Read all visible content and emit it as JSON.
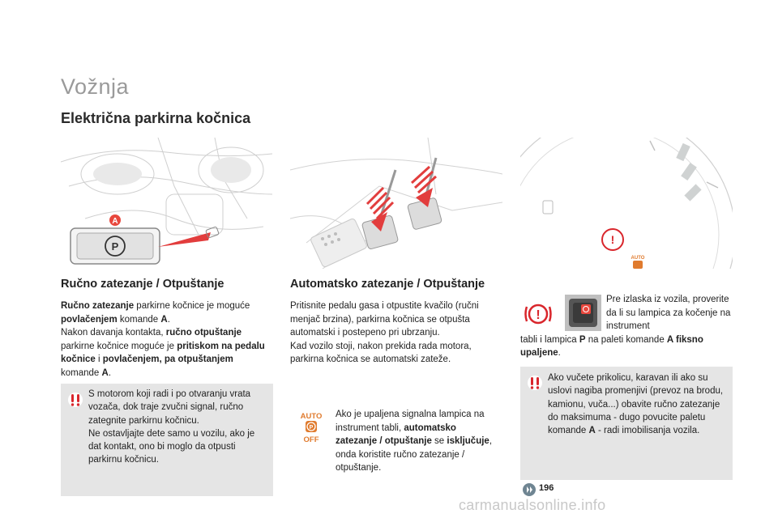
{
  "header": {
    "chapter": "Vožnja",
    "section": "Električna parkirna kočnica"
  },
  "illustrations": {
    "lever_callout_label": "A",
    "lever_symbol": "P",
    "led_symbol": "!",
    "auto_icon_line1": "AUTO",
    "auto_icon_line2": "OFF",
    "auto_icon_symbol": "P"
  },
  "manual": {
    "title": "Ručno zatezanje / Otpuštanje",
    "p1_b1": "Ručno zatezanje",
    "p1_t1": " parkirne kočnice je moguće ",
    "p1_b2": "povlačenjem",
    "p1_t2": " komande ",
    "p1_b3": "A",
    "p1_t3": ".",
    "p2_t1": "Nakon davanja kontakta, ",
    "p2_b1": "ručno otpuštanje",
    "p2_t2": " parkirne kočnice moguće je ",
    "p2_b2": "pritiskom na pedalu kočnice",
    "p2_t3": " i ",
    "p2_b3": "povlačenjem, pa otpuštanjem",
    "p2_t4": " komande ",
    "p2_b4": "A",
    "p2_t5": "."
  },
  "warning_engine": {
    "text": "S motorom koji radi i po otvaranju vrata vozača, dok traje zvučni signal, ručno zategnite parkirnu kočnicu.",
    "text2": "Ne ostavljajte dete samo u vozilu, ako je dat kontakt, ono bi moglo da otpusti parkirnu kočnicu."
  },
  "automatic": {
    "title": "Automatsko zatezanje / Otpuštanje",
    "text1": "Pritisnite pedalu gasa i otpustite kvačilo (ručni menjač brzina), parkirna kočnica se otpušta automatski i postepeno pri ubrzanju.",
    "text2": "Kad vozilo stoji, nakon prekida rada motora, parkirna kočnica se automatski zateže."
  },
  "auto_off_note": {
    "t1": "Ako je upaljena signalna lampica na instrument tabli, ",
    "b1": "automatsko zatezanje / otpuštanje",
    "t2": " se ",
    "b2": "isključuje",
    "t3": ", onda koristite ručno zatezanje / otpuštanje."
  },
  "check_note": {
    "t1": "Pre izlaska iz vozila, proverite da li su lampica za kočenje na instrument",
    "t2": "tabli i lampica ",
    "b1": "P",
    "t3": " na paleti komande ",
    "b2": "A fiksno upaljene",
    "t4": "."
  },
  "warning_trailer": {
    "t1": "Ako vučete prikolicu, karavan ili ako su uslovi nagiba promenjivi (prevoz na brodu, kamionu, vuča...) obavite ručno zatezanje do maksimuma - dugo povucite paletu komande ",
    "b1": "A",
    "t2": " - radi imobilisanja vozila."
  },
  "footer": {
    "page_number": "196",
    "watermark": "carmanualsonline.info"
  },
  "colors": {
    "accent_red": "#d9262c",
    "gray_box": "#e5e5e5",
    "title_gray": "#9a9a9a",
    "auto_orange": "#e07b2e"
  }
}
